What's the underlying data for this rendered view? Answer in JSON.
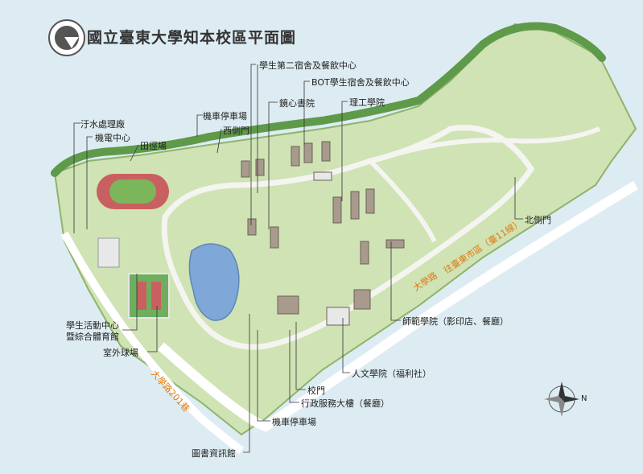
{
  "title": "國立臺東大學知本校區平面圖",
  "labels": {
    "wastewater": "汙水處理廠",
    "electromech": "機電中心",
    "track": "田徑場",
    "moto_parking_west": "機車停車場",
    "west_gate": "西側門",
    "dorm2": "學生第二宿舍及餐飲中心",
    "bot_dorm": "BOT學生宿舍及餐飲中心",
    "jingxin": "鏡心書院",
    "science_eng": "理工學院",
    "north_gate": "北側門",
    "teachers_college": "師範學院（影印店、餐廳）",
    "humanities": "人文學院（福利社）",
    "main_gate": "校門",
    "admin": "行政服務大樓（餐廳）",
    "moto_parking_south": "機車停車場",
    "library": "圖書資訊館",
    "outdoor_courts": "室外球場",
    "student_center_1": "學生活動中心",
    "student_center_2": "暨綜合體育館"
  },
  "roads": {
    "daxue_rd": "大學路",
    "to_taitung": "往臺東市區（臺11線）",
    "daxue_201": "大學路201巷"
  },
  "compass": "N"
}
